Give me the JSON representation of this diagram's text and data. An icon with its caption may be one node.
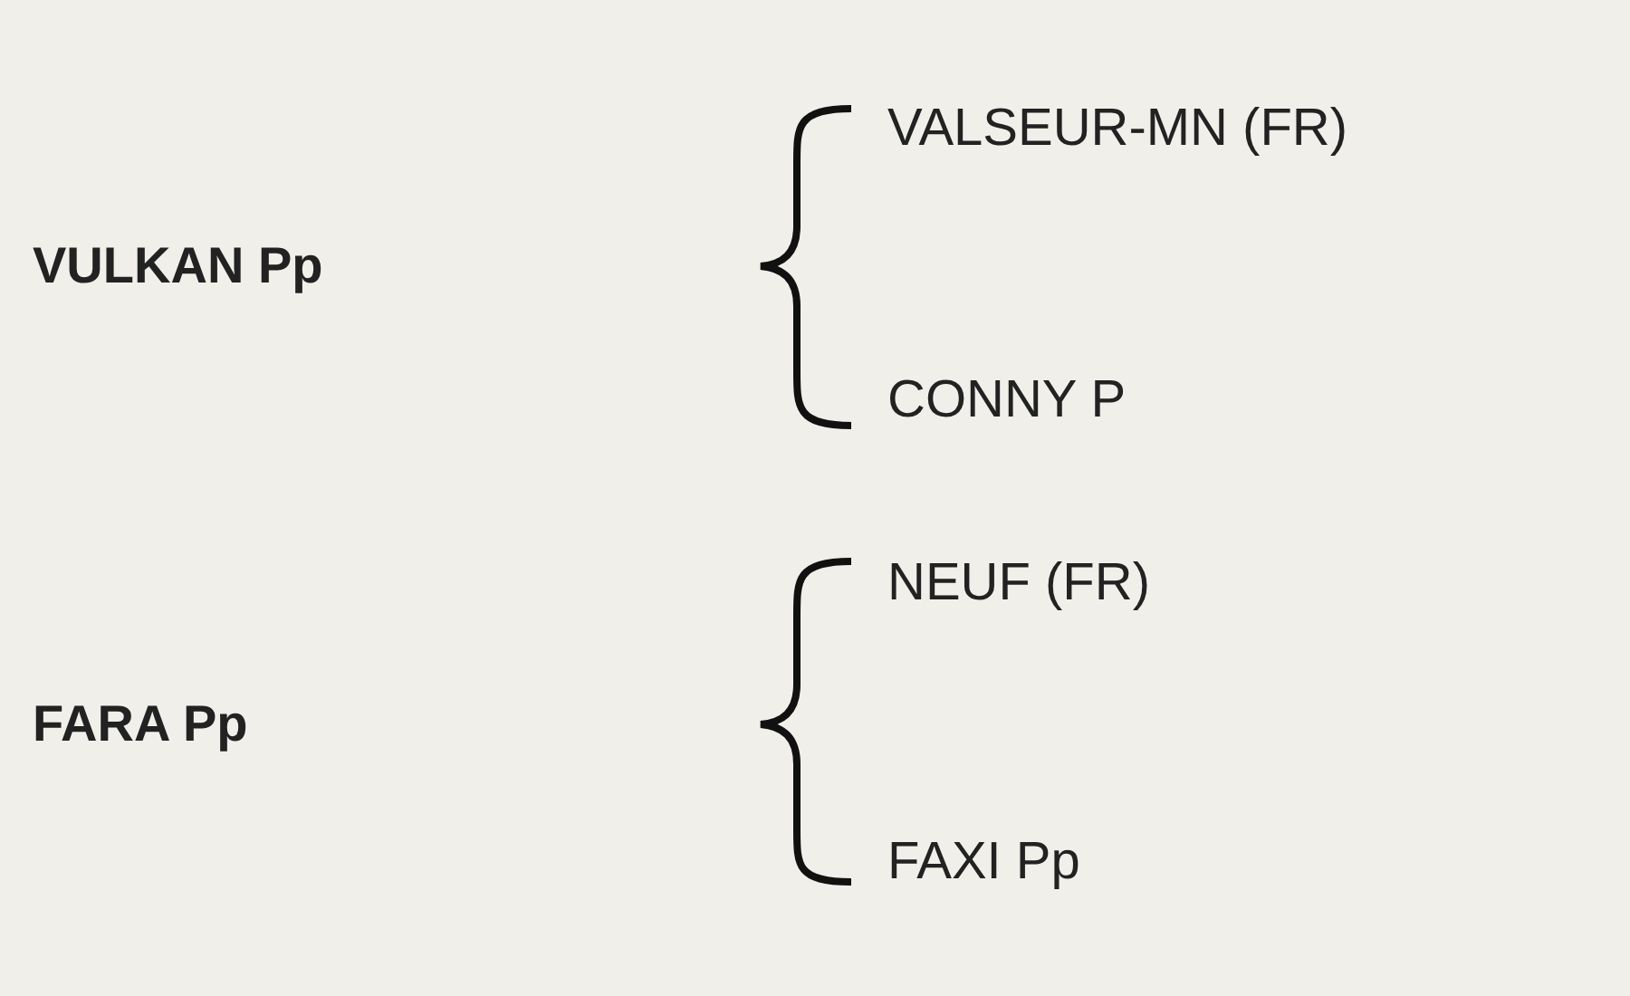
{
  "diagram": {
    "labels": [
      "VALSEUR-MN (FR)",
      "VULKAN Pp",
      "CONNY P",
      "NEUF (FR)",
      "FARA Pp",
      "FAXI Pp"
    ]
  }
}
